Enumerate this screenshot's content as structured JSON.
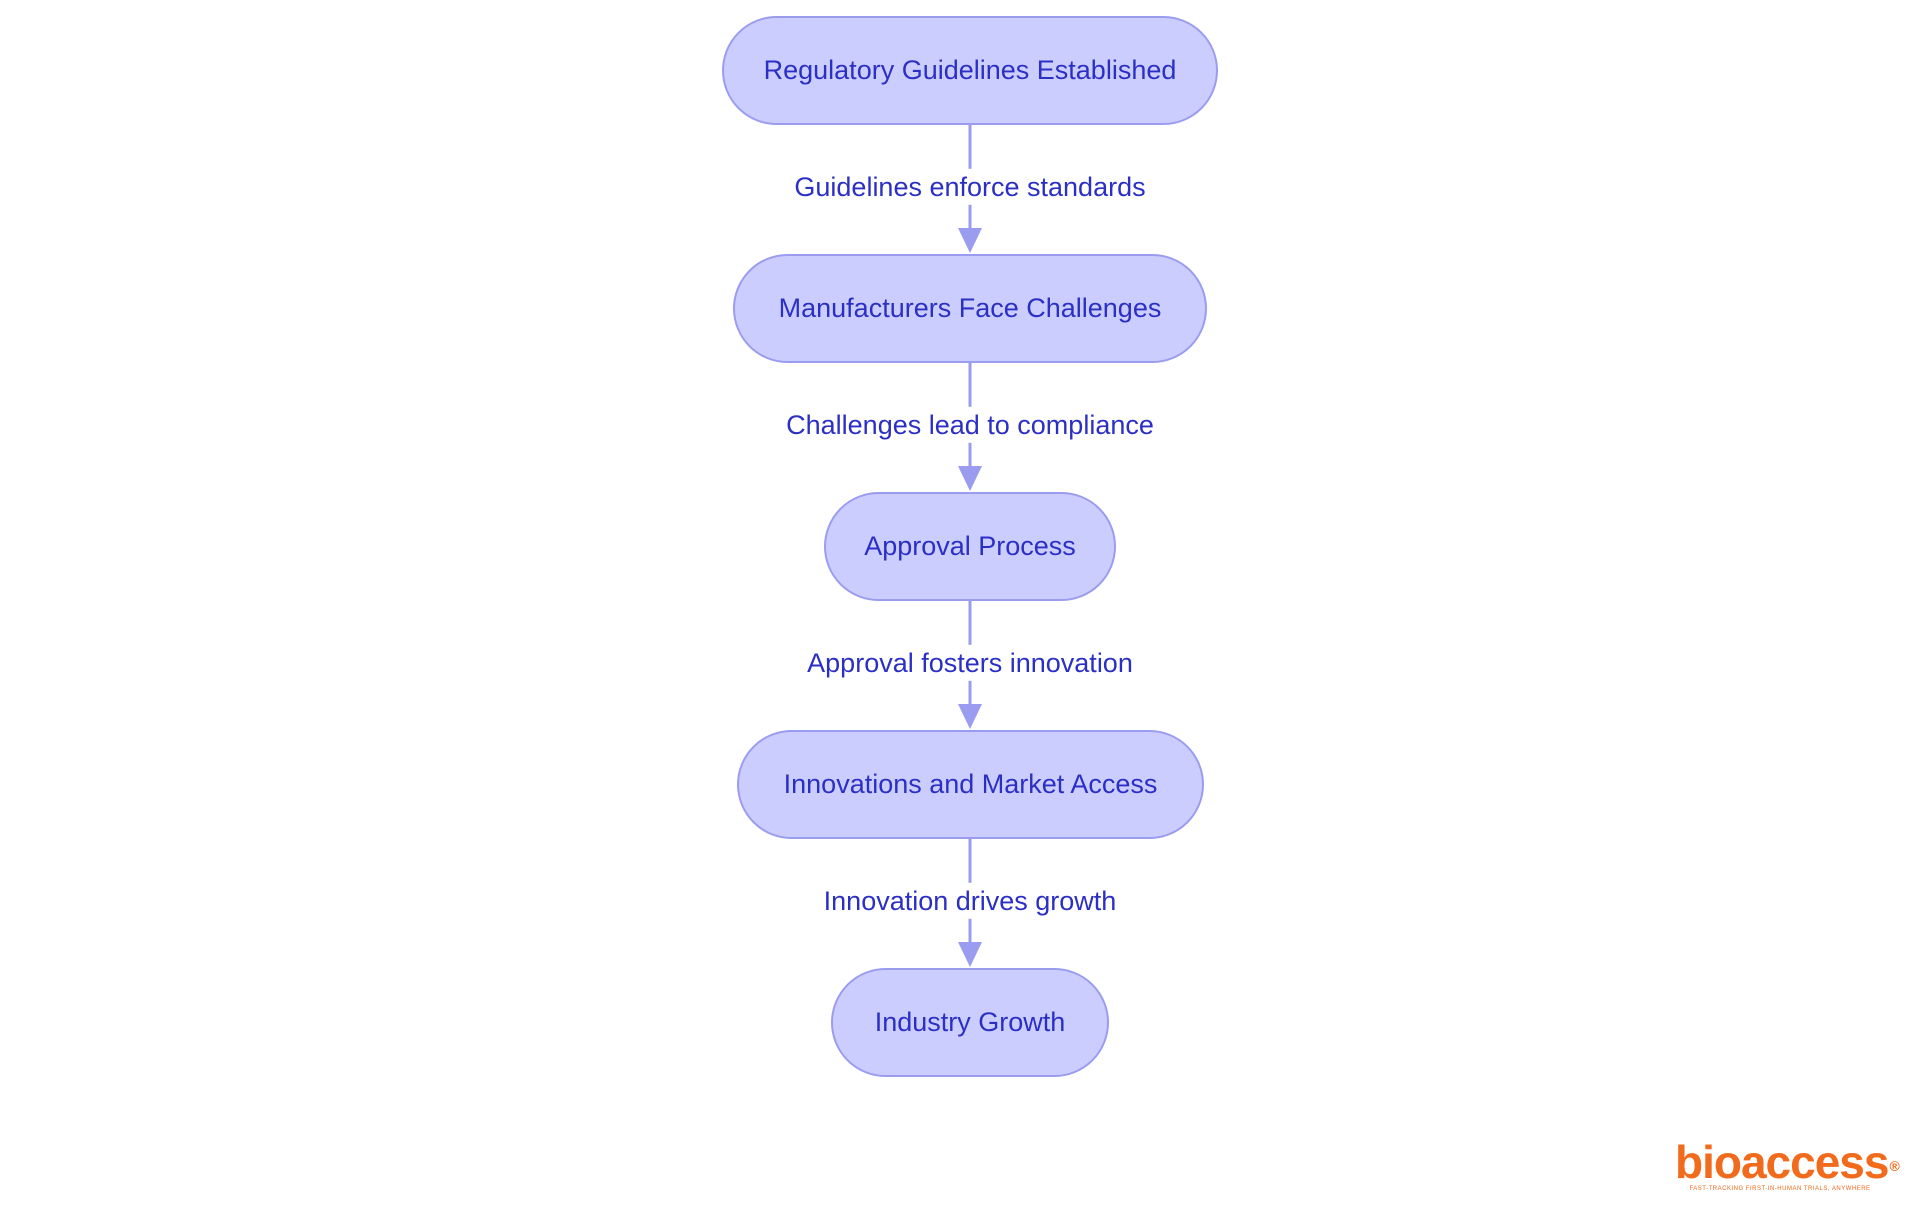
{
  "diagram": {
    "nodes": [
      {
        "id": "n1",
        "label": "Regulatory Guidelines Established"
      },
      {
        "id": "n2",
        "label": "Manufacturers Face Challenges"
      },
      {
        "id": "n3",
        "label": "Approval Process"
      },
      {
        "id": "n4",
        "label": "Innovations and Market Access"
      },
      {
        "id": "n5",
        "label": "Industry Growth"
      }
    ],
    "edges": [
      {
        "from": "n1",
        "to": "n2",
        "label": "Guidelines enforce standards"
      },
      {
        "from": "n2",
        "to": "n3",
        "label": "Challenges lead to compliance"
      },
      {
        "from": "n3",
        "to": "n4",
        "label": "Approval fosters innovation"
      },
      {
        "from": "n4",
        "to": "n5",
        "label": "Innovation drives growth"
      }
    ],
    "colors": {
      "node_fill": "#cccdff",
      "node_border": "#9a9cf0",
      "text": "#2b2fc4",
      "edge": "#9a9cf0"
    }
  },
  "logo": {
    "wordmark": "bioaccess",
    "registered": "®",
    "tagline": "FAST-TRACKING FIRST-IN-HUMAN TRIALS, ANYWHERE",
    "color": "#f26a1b"
  }
}
